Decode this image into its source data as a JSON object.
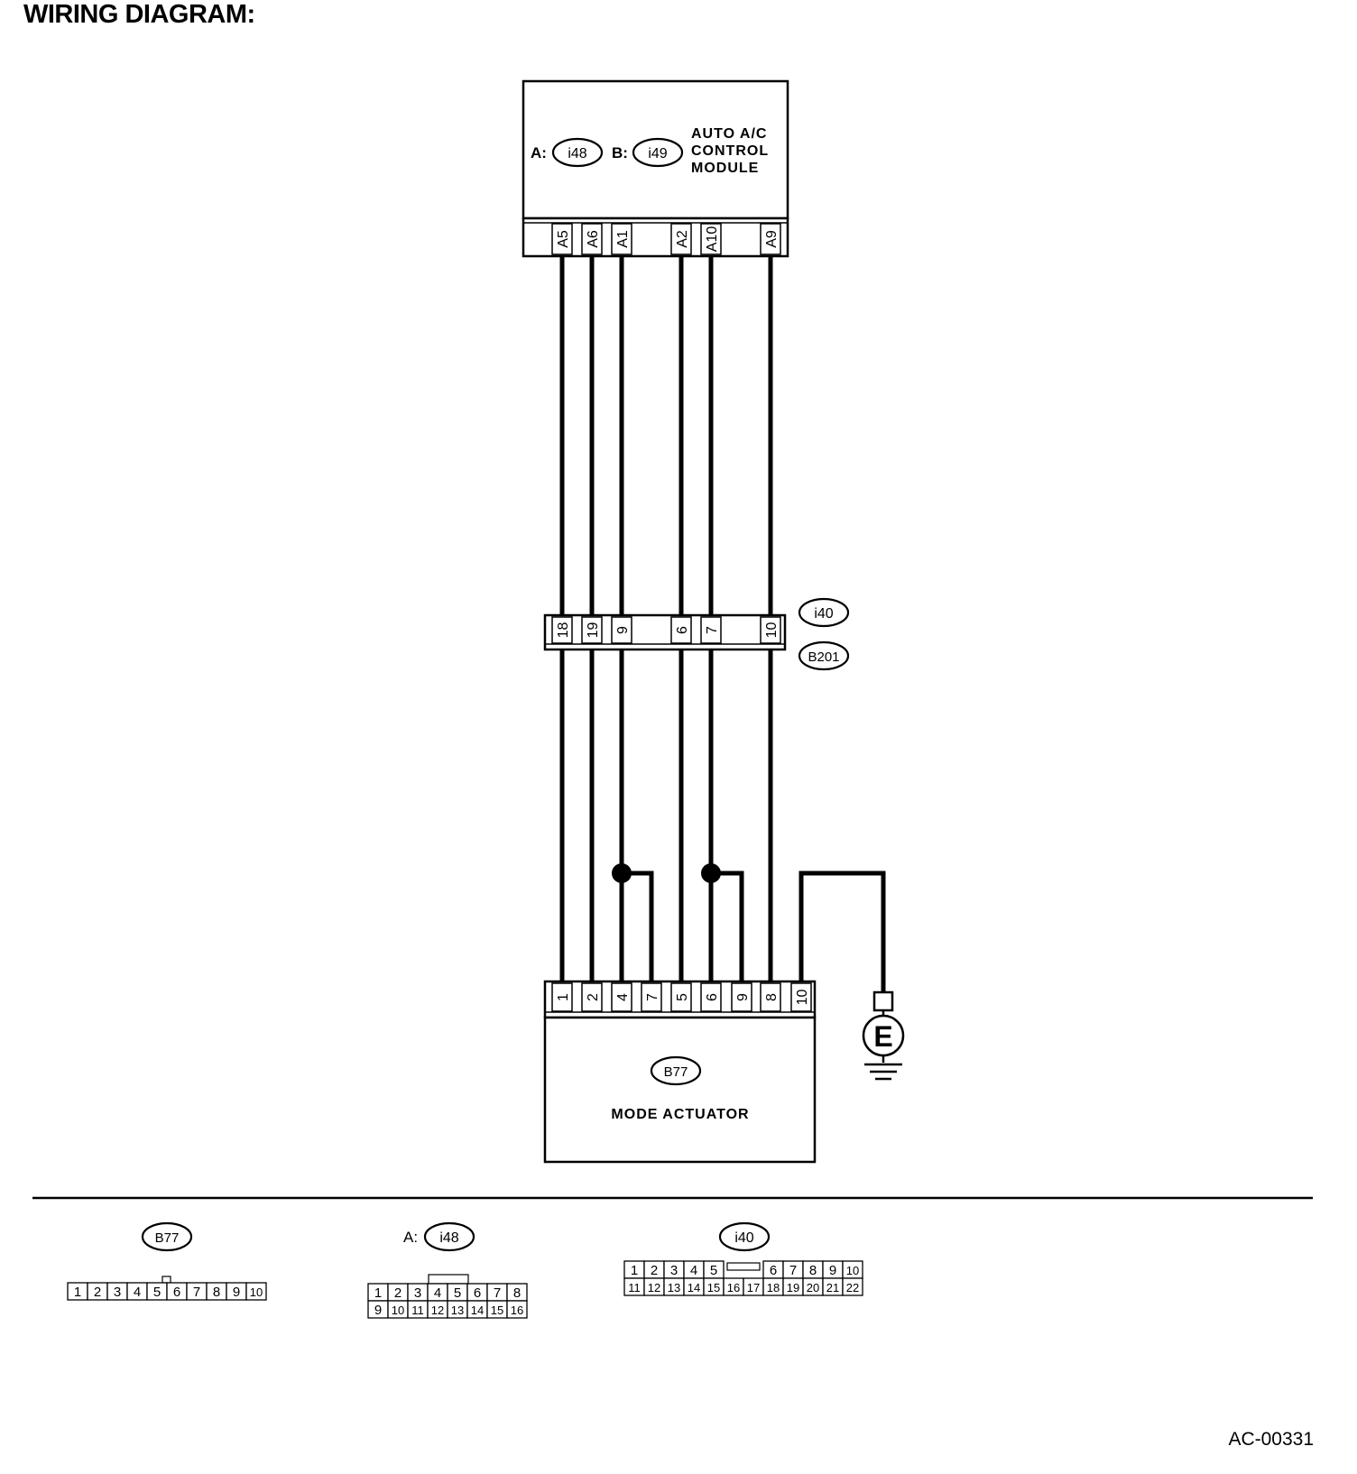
{
  "title": "WIRING DIAGRAM:",
  "figure_id": "AC-00331",
  "control_module": {
    "name_lines": [
      "AUTO A/C",
      "CONTROL",
      "MODULE"
    ],
    "connector_a_prefix": "A:",
    "connector_a": "i48",
    "connector_b_prefix": "B:",
    "connector_b": "i49",
    "terminals": [
      "A5",
      "A6",
      "A1",
      "A2",
      "A10",
      "A9"
    ]
  },
  "joint_connector": {
    "upper_label": "i40",
    "lower_label": "B201",
    "terminals": [
      "18",
      "19",
      "9",
      "6",
      "7",
      "10"
    ]
  },
  "actuator": {
    "connector": "B77",
    "name": "MODE ACTUATOR",
    "terminals": [
      "1",
      "2",
      "4",
      "7",
      "5",
      "6",
      "9",
      "8",
      "10"
    ]
  },
  "ground": {
    "symbol": "E"
  },
  "connector_views": {
    "b77": {
      "label": "B77",
      "pins": [
        "1",
        "2",
        "3",
        "4",
        "5",
        "6",
        "7",
        "8",
        "9",
        "10"
      ]
    },
    "i48": {
      "prefix": "A:",
      "label": "i48",
      "pins_top": [
        "1",
        "2",
        "3",
        "4",
        "5",
        "6",
        "7",
        "8"
      ],
      "pins_bottom": [
        "9",
        "10",
        "11",
        "12",
        "13",
        "14",
        "15",
        "16"
      ]
    },
    "i40": {
      "label": "i40",
      "pins_top": [
        "1",
        "2",
        "3",
        "4",
        "5",
        "6",
        "7",
        "8",
        "9",
        "10"
      ],
      "pins_bottom": [
        "11",
        "12",
        "13",
        "14",
        "15",
        "16",
        "17",
        "18",
        "19",
        "20",
        "21",
        "22"
      ]
    }
  }
}
